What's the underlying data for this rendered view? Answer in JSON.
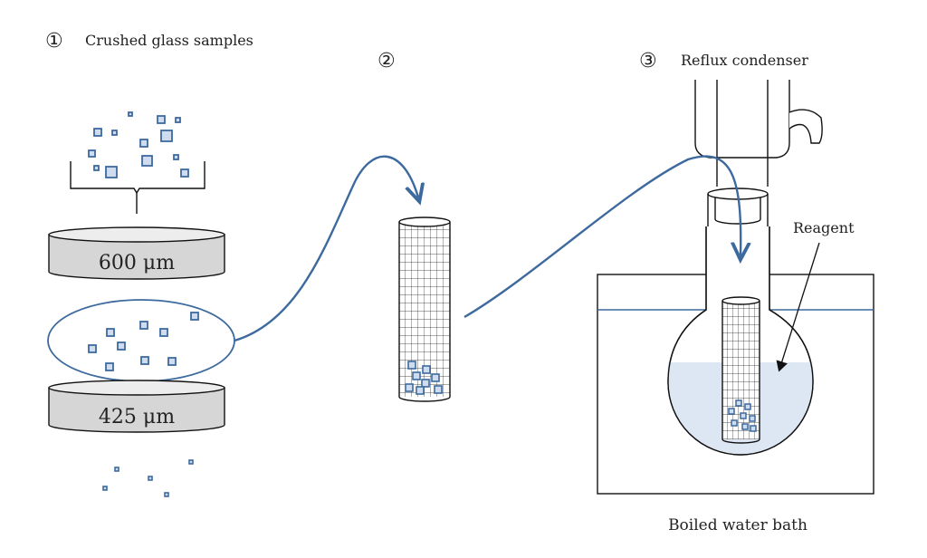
{
  "steps": {
    "step1": {
      "number": "①",
      "label": "Crushed glass samples"
    },
    "step2": {
      "number": "②"
    },
    "step3": {
      "number": "③",
      "label": "Reflux condenser"
    }
  },
  "sieves": {
    "upper": "600 μm",
    "lower": "425 μm"
  },
  "labels": {
    "reagent": "Reagent",
    "water_bath": "Boiled water bath"
  },
  "colors": {
    "accent": "#3d6a9e",
    "particle_fill": "#cfdcef",
    "sieve_fill": "#d6d6d6",
    "reagent_fill": "#dde7f4"
  }
}
